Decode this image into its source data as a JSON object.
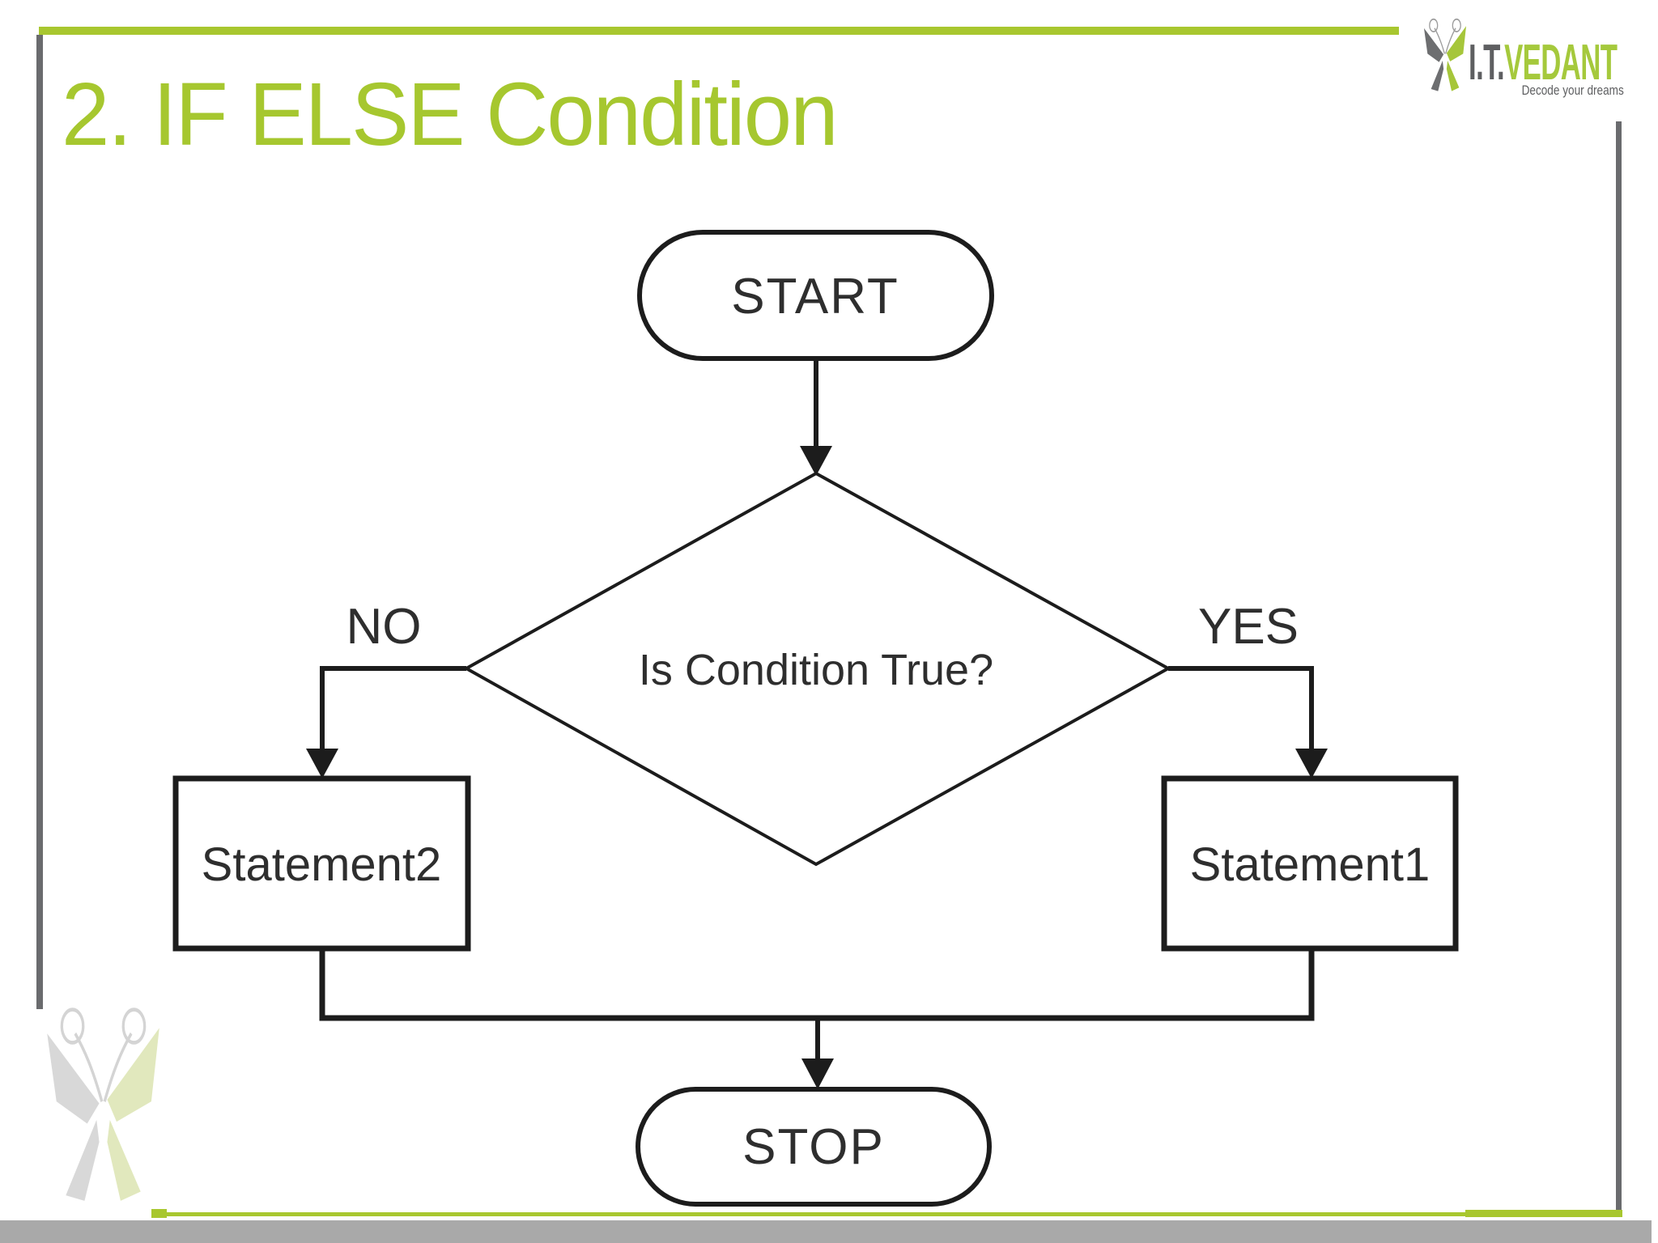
{
  "header": {
    "title": "2. IF ELSE Condition"
  },
  "logo": {
    "prefix": "I.T.",
    "name": "VEDANT",
    "tagline": "Decode your dreams"
  },
  "flowchart": {
    "nodes": {
      "start": "START",
      "decision": "Is Condition True?",
      "statement_no": "Statement2",
      "statement_yes": "Statement1",
      "stop": "STOP"
    },
    "branch_labels": {
      "no": "NO",
      "yes": "YES"
    }
  },
  "colors": {
    "accent_green": "#a8c72f",
    "logo_green": "#a5c93c",
    "logo_gray": "#5e5f61",
    "rule_gray": "#6a6b6e",
    "footer_bar_gray": "#a9a9a9",
    "diagram_ink": "#1c1c1c",
    "watermark_gray": "#d6d6d6",
    "watermark_green": "#e0e7ba"
  }
}
